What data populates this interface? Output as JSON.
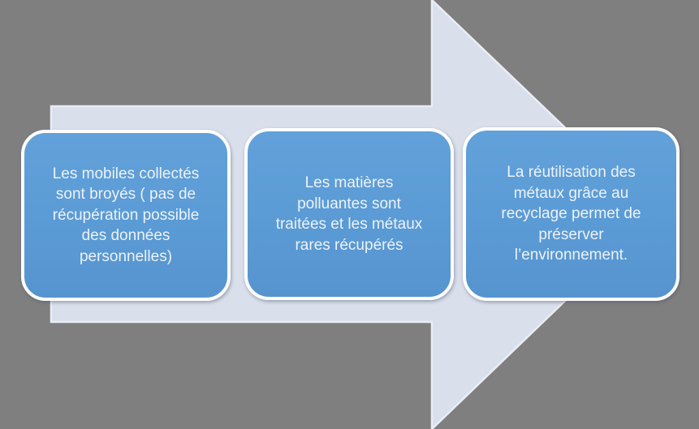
{
  "diagram": {
    "type": "process-arrow",
    "direction": "right",
    "colors": {
      "background": "#7f7f7f",
      "arrow_fill": "#d9dfeb",
      "arrow_stroke": "#e9edf5",
      "step_fill_top": "#62a1da",
      "step_fill_mid": "#5b9bd5",
      "step_fill_bottom": "#5694cf",
      "step_border": "#ffffff",
      "text": "#edf2fa"
    },
    "steps": [
      {
        "id": "step-1",
        "text": "Les mobiles collectés\nsont broyés ( pas de\nrécupération possible\ndes données\npersonnelles)"
      },
      {
        "id": "step-2",
        "text": "Les matières\npolluantes sont\ntraitées et les métaux\nrares récupérés"
      },
      {
        "id": "step-3",
        "text": "La réutilisation des\nmétaux grâce au\nrecyclage permet de\npréserver\nl’environnement."
      }
    ]
  }
}
